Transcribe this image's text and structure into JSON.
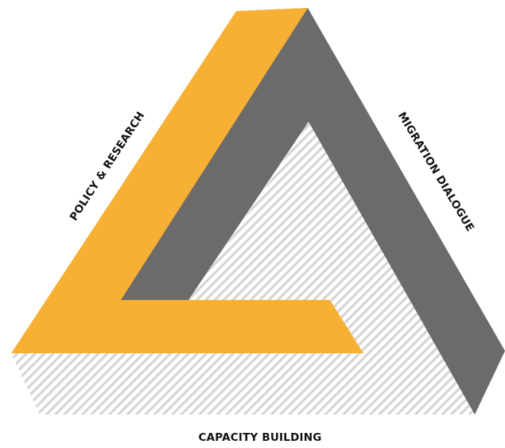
{
  "diagram": {
    "labels": {
      "left": "POLICY & RESEARCH",
      "right": "MIGRATION DIALOGUE",
      "bottom": "CAPACITY BUILDING"
    },
    "colors": {
      "yellow": "#F7B034",
      "gray": "#6C6B69",
      "hatch": "#D5D5D5",
      "text": "#111111"
    }
  }
}
